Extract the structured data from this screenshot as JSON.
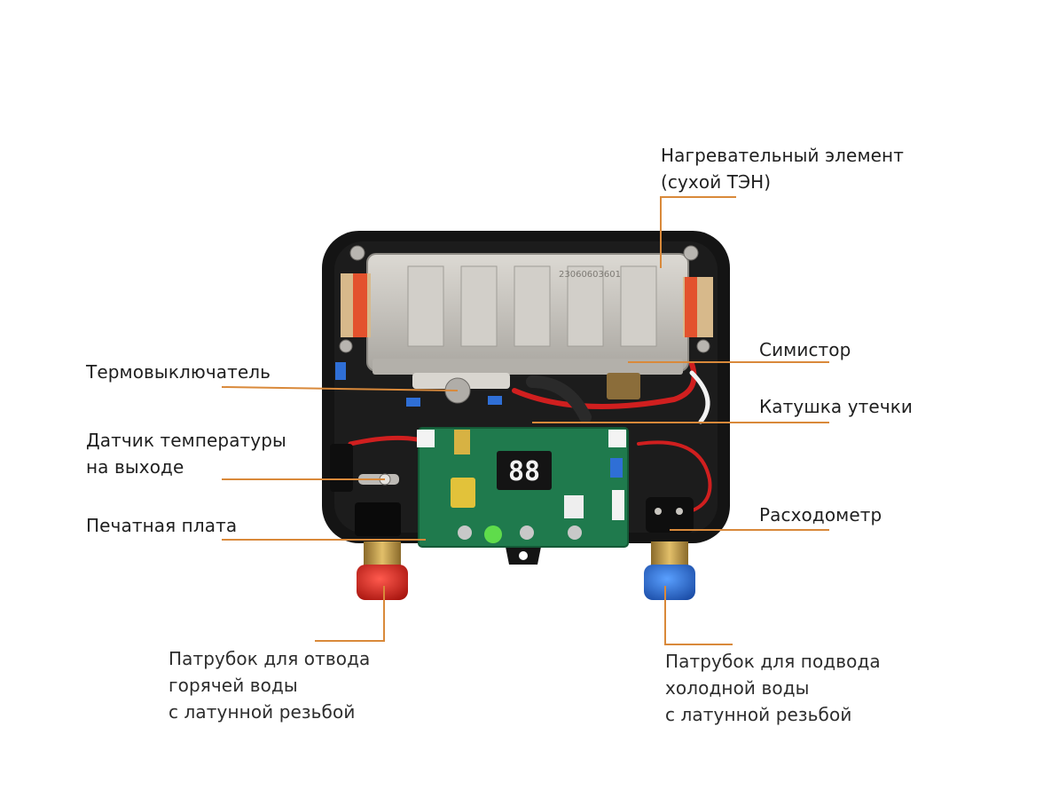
{
  "colors": {
    "leader": "#d9893a",
    "device_body": "#141414",
    "pcb": "#1f7a4d",
    "heater": "#c9c6c0",
    "hot_cap": "#d42a22",
    "cold_cap": "#2d6fcf",
    "wire_red": "#d01f1f"
  },
  "labels": {
    "heater": "Нагревательный элемент\n(сухой ТЭН)",
    "triac": "Симистор",
    "leak_coil": "Катушка утечки",
    "flowmeter": "Расходометр",
    "thermoswitch": "Термовыключатель",
    "temp_sensor": "Датчик температуры\nна выходе",
    "pcb": "Печатная плата",
    "hot_outlet": "Патрубок для отвода\nгорячей воды\nс латунной резьбой",
    "cold_inlet": "Патрубок для подвода\nхолодной воды\nс латунной резьбой"
  },
  "display": {
    "digits": "88"
  },
  "heater_marking": "23060603601"
}
